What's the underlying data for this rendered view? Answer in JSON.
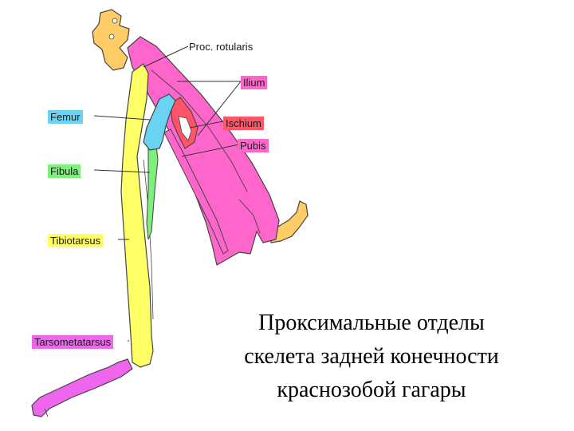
{
  "labels": {
    "proc_rotularis": "Proc. rotularis",
    "ilium": "Ilium",
    "femur": "Femur",
    "ischium": "Ischium",
    "pubis": "Pubis",
    "fibula": "Fibula",
    "tibiotarsus": "Tibiotarsus",
    "tarsometatarsus": "Tarsometatarsus"
  },
  "caption": {
    "line1": "Проксимальные отделы",
    "line2": "скелета задней конечности",
    "line3": "краснозобой гагары"
  },
  "colors": {
    "ilium": "#ff66cc",
    "ischium": "#ff5566",
    "femur": "#6ad3f2",
    "fibula": "#7cf07a",
    "tibiotarsus": "#ffff66",
    "tarsometatarsus": "#ee66ee",
    "vertebrae": "#ffcc66",
    "outline": "#444444"
  }
}
